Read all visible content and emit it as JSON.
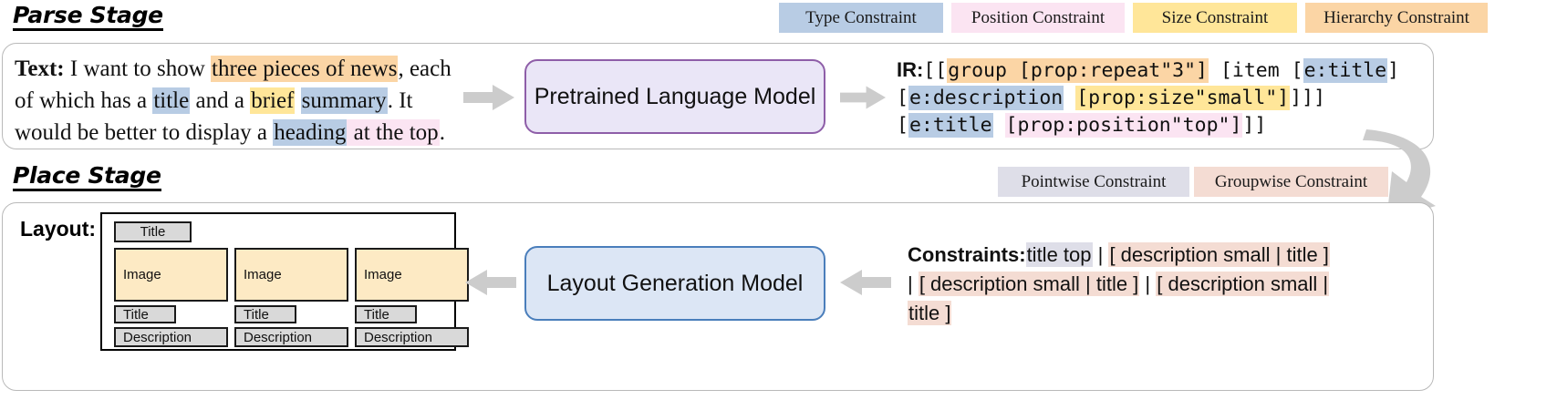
{
  "stages": {
    "parse": {
      "title": "Parse Stage"
    },
    "place": {
      "title": "Place Stage"
    }
  },
  "legend": {
    "parse": [
      {
        "label": "Type Constraint",
        "color": "#b8cce4"
      },
      {
        "label": "Position Constraint",
        "color": "#fbe4f2"
      },
      {
        "label": "Size Constraint",
        "color": "#ffe699"
      },
      {
        "label": "Hierarchy Constraint",
        "color": "#fbd5a5"
      }
    ],
    "place": [
      {
        "label": "Pointwise Constraint",
        "color": "#dedee8"
      },
      {
        "label": "Groupwise Constraint",
        "color": "#f4dcd3"
      }
    ]
  },
  "parse": {
    "text_label": "Text:",
    "text_segments": [
      {
        "t": " I want to show ",
        "hl": "none"
      },
      {
        "t": "three pieces of news",
        "hl": "hierarchy"
      },
      {
        "t": ", each of which has a ",
        "hl": "none"
      },
      {
        "t": "title",
        "hl": "type"
      },
      {
        "t": " and a ",
        "hl": "none"
      },
      {
        "t": "brief",
        "hl": "size"
      },
      {
        "t": " ",
        "hl": "none"
      },
      {
        "t": "summary",
        "hl": "type"
      },
      {
        "t": ". It would be better to display a ",
        "hl": "none"
      },
      {
        "t": "heading",
        "hl": "type"
      },
      {
        "t": " at the top",
        "hl": "position"
      },
      {
        "t": ".",
        "hl": "none"
      }
    ],
    "model_label": "Pretrained Language Model",
    "ir_label": "IR:",
    "ir_lines": [
      [
        {
          "t": "[[",
          "hl": "none"
        },
        {
          "t": "group [prop:repeat\"3\"]",
          "hl": "hierarchy"
        },
        {
          "t": " [item [",
          "hl": "none"
        },
        {
          "t": "e:title",
          "hl": "type"
        },
        {
          "t": "]",
          "hl": "none"
        }
      ],
      [
        {
          "t": "[",
          "hl": "none"
        },
        {
          "t": "e:description",
          "hl": "type"
        },
        {
          "t": " ",
          "hl": "none"
        },
        {
          "t": "[prop:size\"small\"]",
          "hl": "size"
        },
        {
          "t": "]]]",
          "hl": "none"
        }
      ],
      [
        {
          "t": "[",
          "hl": "none"
        },
        {
          "t": "e:title",
          "hl": "type"
        },
        {
          "t": " ",
          "hl": "none"
        },
        {
          "t": "[prop:position\"top\"]",
          "hl": "position"
        },
        {
          "t": "]]",
          "hl": "none"
        }
      ]
    ]
  },
  "place": {
    "layout_label": "Layout:",
    "model_label": "Layout Generation Model",
    "constraints_label": "Constraints:",
    "constraints_lines": [
      [
        {
          "t": "title top",
          "hl": "pointwise"
        },
        {
          "t": " | ",
          "hl": "none"
        },
        {
          "t": "[ description small | title ]",
          "hl": "groupwise"
        }
      ],
      [
        {
          "t": "| ",
          "hl": "none"
        },
        {
          "t": "[ description small | title ]",
          "hl": "groupwise"
        },
        {
          "t": " | ",
          "hl": "none"
        },
        {
          "t": "[ description small |",
          "hl": "groupwise"
        }
      ],
      [
        {
          "t": "title ]",
          "hl": "groupwise"
        }
      ]
    ],
    "layout_mock": {
      "header": {
        "label": "Title"
      },
      "columns": [
        {
          "image": "Image",
          "title": "Title",
          "description": "Description"
        },
        {
          "image": "Image",
          "title": "Title",
          "description": "Description"
        },
        {
          "image": "Image",
          "title": "Title",
          "description": "Description"
        }
      ]
    }
  },
  "colors": {
    "type": "#b8cce4",
    "position": "#fbe4f2",
    "size": "#ffe699",
    "hierarchy": "#fbd5a5",
    "pointwise": "#dedee8",
    "groupwise": "#f4dcd3",
    "arrow": "#cccccc",
    "panel_border": "#b9b9b9",
    "plm_border": "#8e5ea8",
    "plm_fill": "#eae6f7",
    "lgm_border": "#4a7ebb",
    "lgm_fill": "#dce6f5",
    "image_fill": "#fdeac4",
    "box_fill": "#d9d9d9"
  }
}
